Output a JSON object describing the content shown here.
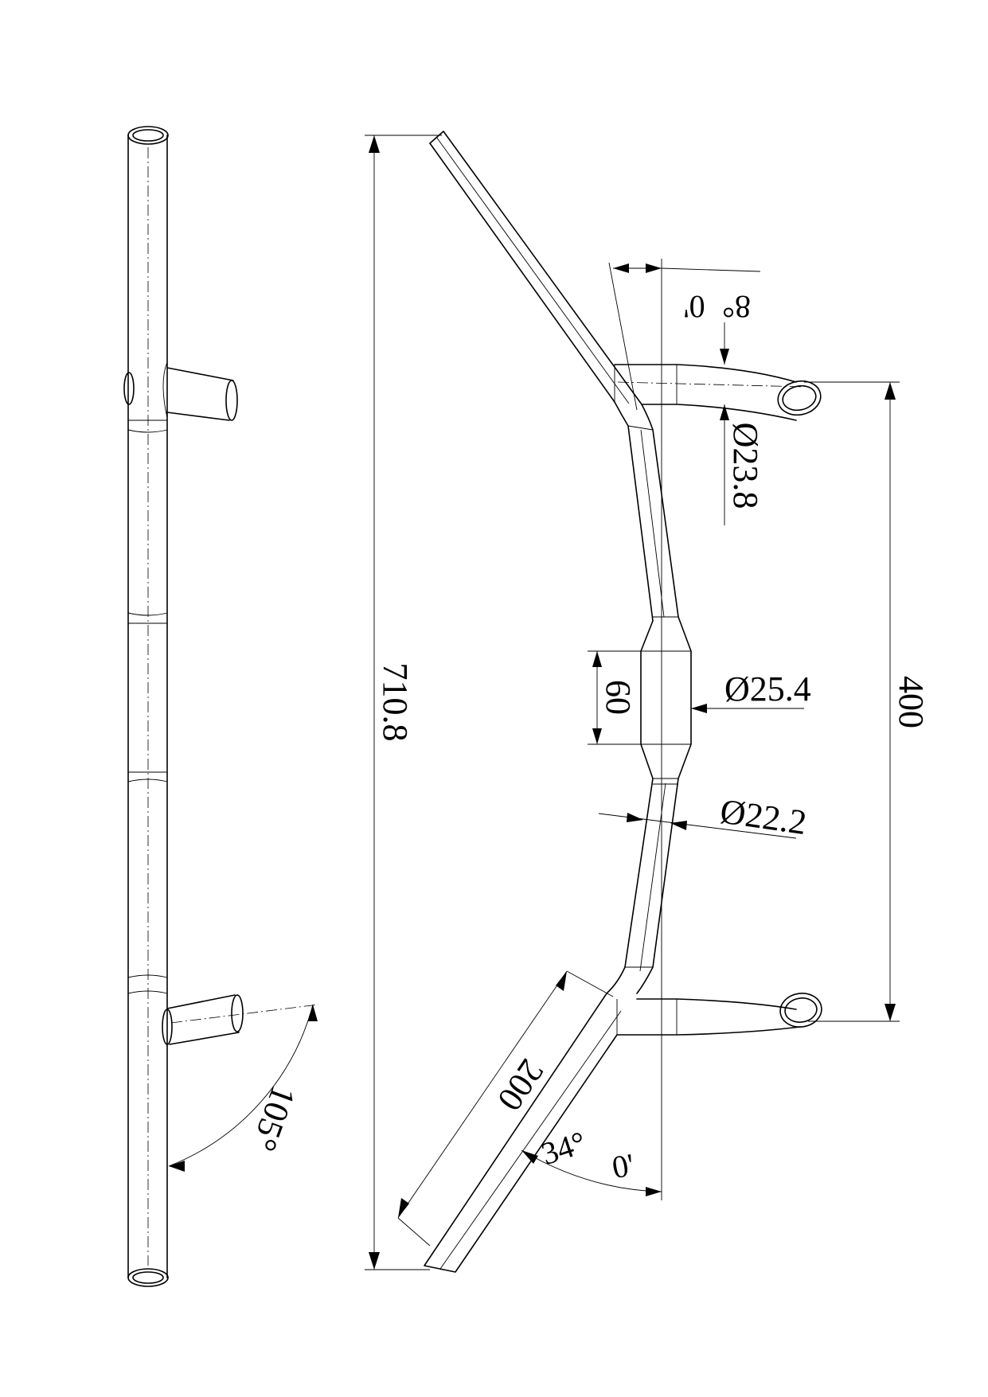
{
  "dimensions": {
    "overall_height": "710.8",
    "mount_spacing": "400",
    "center_length": "60",
    "center_diameter": "Ø25.4",
    "grip_diameter": "Ø22.2",
    "mount_diameter": "Ø23.8",
    "arm_length": "200",
    "arm_angle_deg": "34°",
    "arm_angle_min": "0'",
    "tilt_angle_deg": "8°",
    "tilt_angle_min": "0'",
    "side_angle": "105°"
  }
}
